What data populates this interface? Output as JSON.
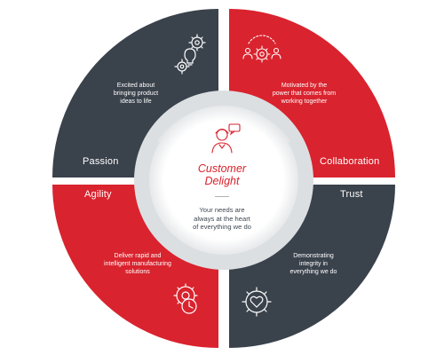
{
  "center": {
    "title": "Customer\nDelight",
    "description": "Your needs are\nalways at the heart\nof everything we do"
  },
  "quadrants": {
    "passion": {
      "label": "Passion",
      "description": "Excited about\nbringing product\nideas to life",
      "icon": "gears-lightbulb-icon",
      "color": "#3a424c"
    },
    "collaboration": {
      "label": "Collaboration",
      "description": "Motivated by the\npower that comes from\nworking together",
      "icon": "team-gear-icon",
      "color": "#d9232e"
    },
    "agility": {
      "label": "Agility",
      "description": "Deliver rapid and\nintelligent manufacturing\nsolutions",
      "icon": "gear-clock-icon",
      "color": "#d9232e"
    },
    "trust": {
      "label": "Trust",
      "description": "Demonstrating\nintegrity in\neverything we do",
      "icon": "gear-heart-icon",
      "color": "#3a424c"
    }
  },
  "colors": {
    "accent_red": "#d9232e",
    "dark_slate": "#3a424c",
    "inner_ring": "#dcdfe2",
    "center_text": "#3f4852"
  }
}
